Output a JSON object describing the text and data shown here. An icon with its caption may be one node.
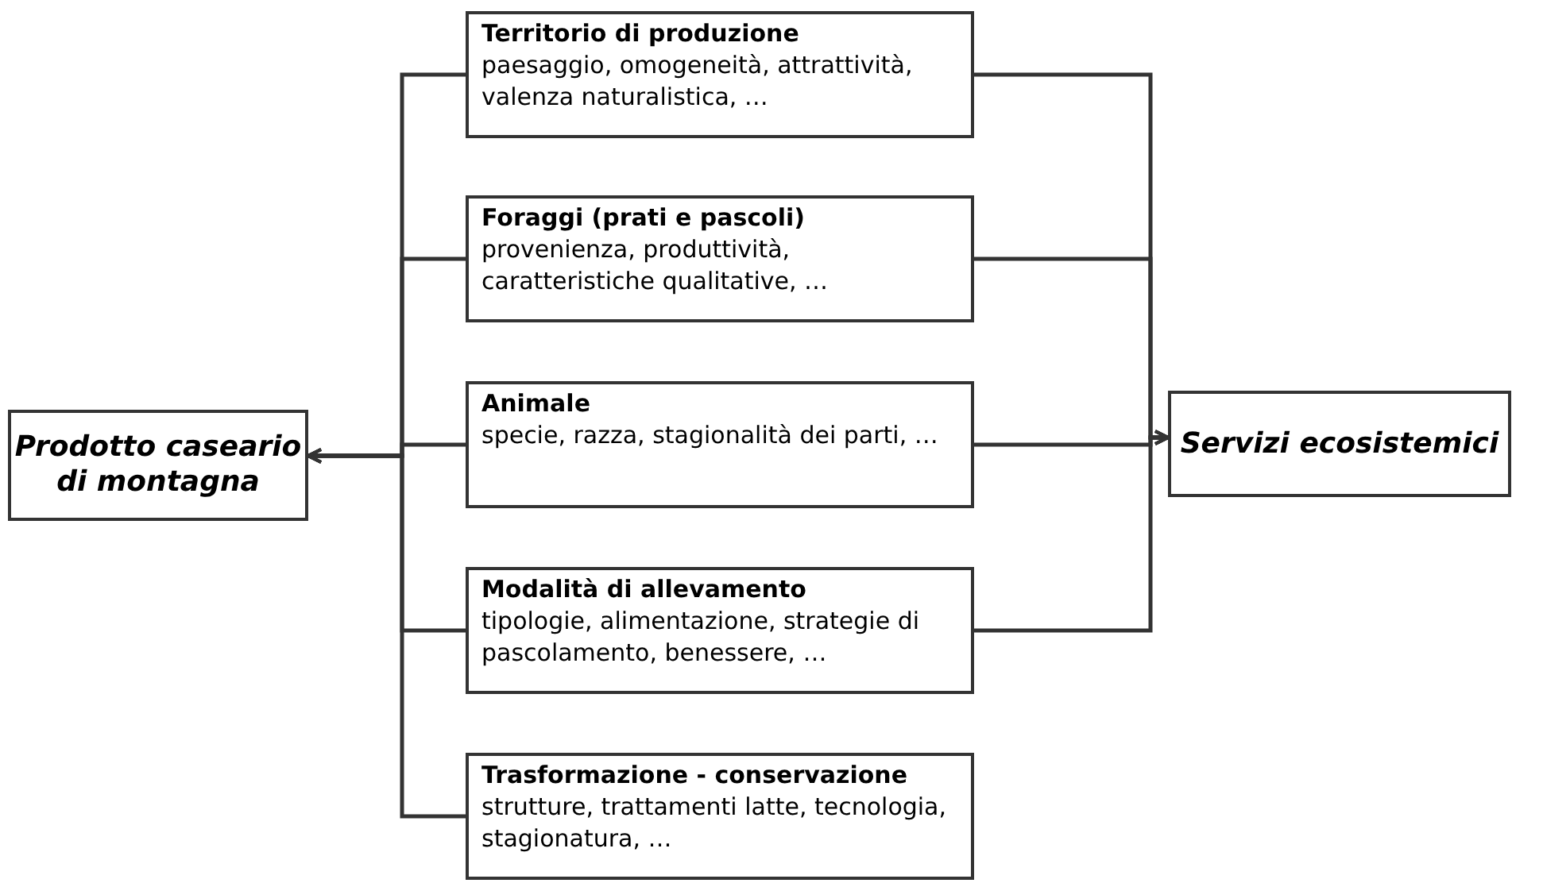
{
  "diagram": {
    "nodes": [
      {
        "text": [
          "Prodotto caseario di montagna"
        ]
      },
      {
        "text": [
          "Territorio di produzione",
          "paesaggio, omogeneità, attrattività, valenza naturalistica, …"
        ]
      },
      {
        "text": [
          "Foraggi (prati e pascoli)",
          "provenienza, produttività, caratteristiche qualitative, …"
        ]
      },
      {
        "text": [
          "Animale",
          "specie, razza, stagionalità dei parti, …"
        ]
      },
      {
        "text": [
          "Modalità di allevamento",
          "tipologie, alimentazione, strategie di pascolamento, benessere, …"
        ]
      },
      {
        "text": [
          "Trasformazione - conservazione",
          "strutture, trattamenti latte, tecnologia, stagionatura, …"
        ]
      },
      {
        "text": [
          "Servizi ecosistemici"
        ]
      }
    ],
    "edges": [
      {
        "from": 1,
        "to": 0,
        "arrow": "to"
      },
      {
        "from": 2,
        "to": 0,
        "arrow": "to"
      },
      {
        "from": 3,
        "to": 0,
        "arrow": "to"
      },
      {
        "from": 4,
        "to": 0,
        "arrow": "to"
      },
      {
        "from": 5,
        "to": 0,
        "arrow": "to"
      },
      {
        "from": 1,
        "to": 6,
        "arrow": "to"
      },
      {
        "from": 2,
        "to": 6,
        "arrow": "to"
      },
      {
        "from": 3,
        "to": 6,
        "arrow": "to"
      },
      {
        "from": 4,
        "to": 6,
        "arrow": "to"
      }
    ]
  }
}
